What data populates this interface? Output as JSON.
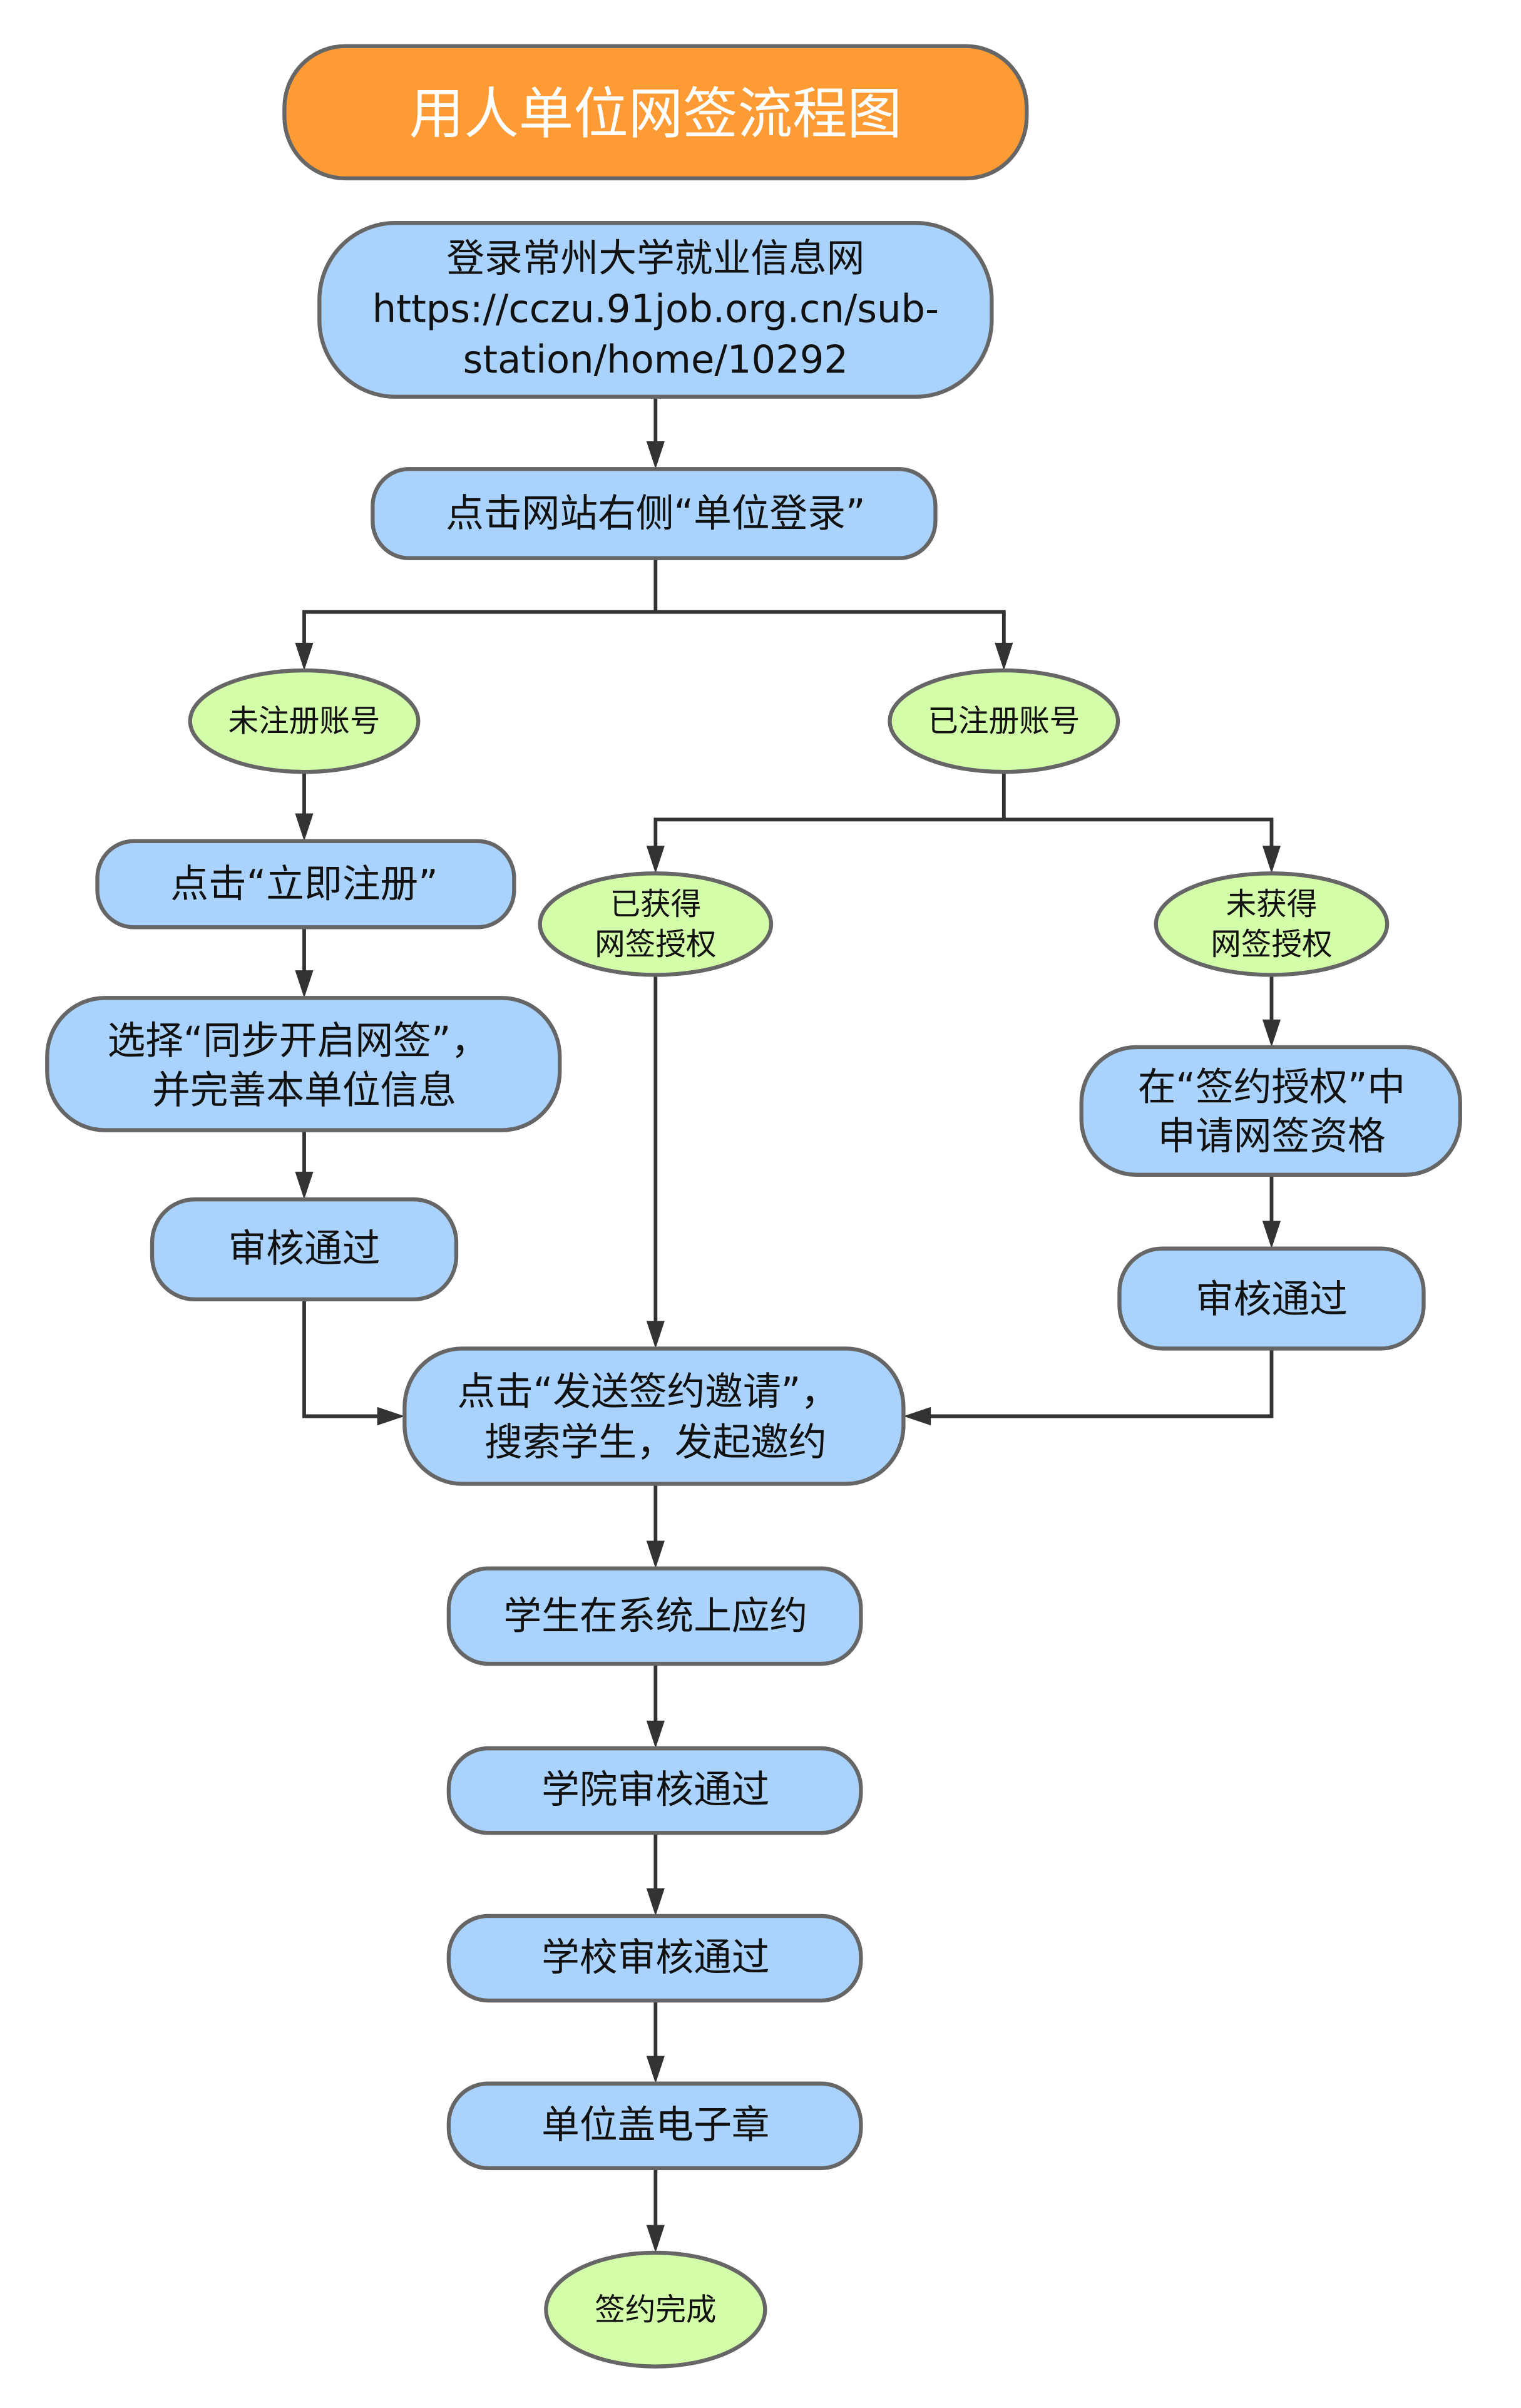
{
  "title": "用人单位网签流程图",
  "colors": {
    "title_fill": "#FF9B35",
    "process_fill": "#A9D2FC",
    "decision_fill": "#D3FDA8",
    "border": "#666666",
    "connector": "#333333"
  },
  "nodes": {
    "login": {
      "lines": [
        "登录常州大学就业信息网",
        "https://cczu.91job.org.cn/sub-",
        "station/home/10292"
      ]
    },
    "unit_login": {
      "lines": [
        "点击网站右侧“单位登录”"
      ]
    },
    "unregistered": {
      "lines": [
        "未注册账号"
      ]
    },
    "registered": {
      "lines": [
        "已注册账号"
      ]
    },
    "register_now": {
      "lines": [
        "点击“立即注册”"
      ]
    },
    "enable_sign": {
      "lines": [
        "选择“同步开启网签”，",
        "并完善本单位信息"
      ]
    },
    "left_approved": {
      "lines": [
        "审核通过"
      ]
    },
    "authorized": {
      "lines": [
        "已获得",
        "网签授权"
      ]
    },
    "not_authorized": {
      "lines": [
        "未获得",
        "网签授权"
      ]
    },
    "apply_qualification": {
      "lines": [
        "在“签约授权”中",
        "申请网签资格"
      ]
    },
    "right_approved": {
      "lines": [
        "审核通过"
      ]
    },
    "send_invite": {
      "lines": [
        "点击“发送签约邀请”，",
        "搜索学生，发起邀约"
      ]
    },
    "student_accept": {
      "lines": [
        "学生在系统上应约"
      ]
    },
    "college_approve": {
      "lines": [
        "学院审核通过"
      ]
    },
    "school_approve": {
      "lines": [
        "学校审核通过"
      ]
    },
    "unit_seal": {
      "lines": [
        "单位盖电子章"
      ]
    },
    "complete": {
      "lines": [
        "签约完成"
      ]
    }
  },
  "edges": [
    {
      "from": "login",
      "to": "unit_login"
    },
    {
      "from": "unit_login",
      "to": "unregistered"
    },
    {
      "from": "unit_login",
      "to": "registered"
    },
    {
      "from": "unregistered",
      "to": "register_now"
    },
    {
      "from": "register_now",
      "to": "enable_sign"
    },
    {
      "from": "enable_sign",
      "to": "left_approved"
    },
    {
      "from": "left_approved",
      "to": "send_invite"
    },
    {
      "from": "registered",
      "to": "authorized"
    },
    {
      "from": "registered",
      "to": "not_authorized"
    },
    {
      "from": "authorized",
      "to": "send_invite"
    },
    {
      "from": "not_authorized",
      "to": "apply_qualification"
    },
    {
      "from": "apply_qualification",
      "to": "right_approved"
    },
    {
      "from": "right_approved",
      "to": "send_invite"
    },
    {
      "from": "send_invite",
      "to": "student_accept"
    },
    {
      "from": "student_accept",
      "to": "college_approve"
    },
    {
      "from": "college_approve",
      "to": "school_approve"
    },
    {
      "from": "school_approve",
      "to": "unit_seal"
    },
    {
      "from": "unit_seal",
      "to": "complete"
    }
  ]
}
